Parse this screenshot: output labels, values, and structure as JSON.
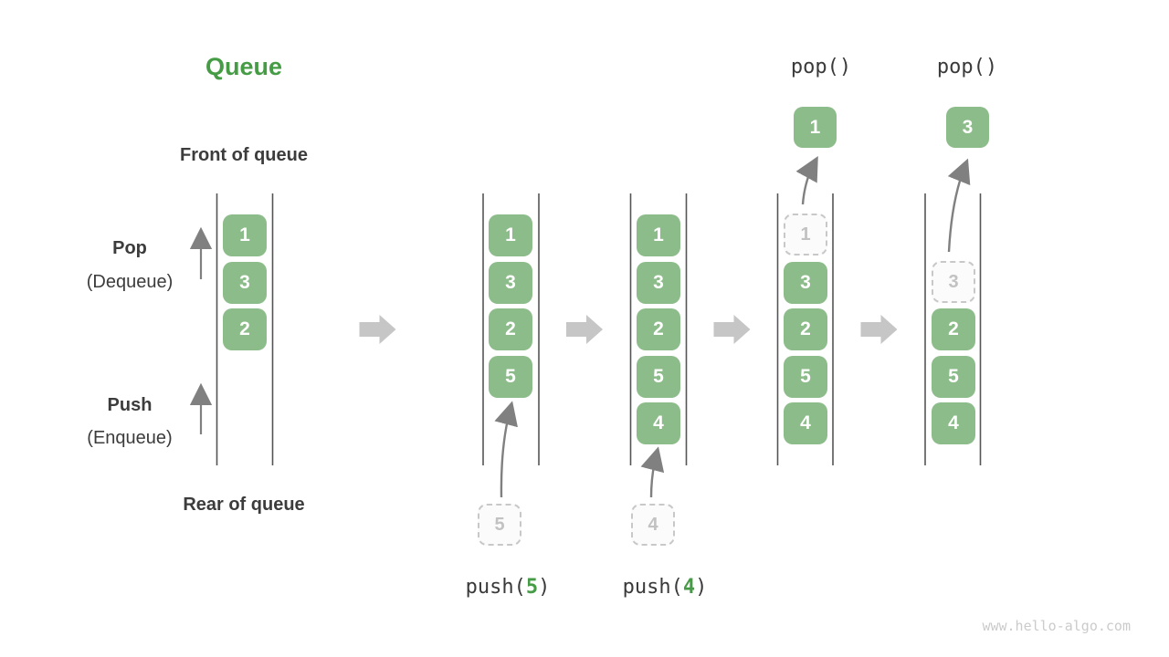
{
  "page": {
    "title": "Queue",
    "watermark": "www.hello-algo.com"
  },
  "labels": {
    "front_of_queue": "Front of queue",
    "rear_of_queue": "Rear of queue",
    "pop": "Pop",
    "pop_alias": "(Dequeue)",
    "push": "Push",
    "push_alias": "(Enqueue)"
  },
  "operations": {
    "pop_1": "pop()",
    "pop_2": "pop()",
    "push_1": {
      "prefix": "push(",
      "arg": "5",
      "suffix": ")"
    },
    "push_2": {
      "prefix": "push(",
      "arg": "4",
      "suffix": ")"
    }
  },
  "queues": {
    "q1": {
      "cells": [
        "1",
        "3",
        "2"
      ]
    },
    "q2": {
      "cells": [
        "1",
        "3",
        "2",
        "5"
      ],
      "incoming": "5"
    },
    "q3": {
      "cells": [
        "1",
        "3",
        "2",
        "5",
        "4"
      ],
      "incoming": "4"
    },
    "q4": {
      "ghost": "1",
      "cells": [
        "3",
        "2",
        "5",
        "4"
      ],
      "popped": "1"
    },
    "q5": {
      "ghost": "3",
      "cells": [
        "2",
        "5",
        "4"
      ],
      "popped": "3"
    }
  },
  "colors": {
    "cell_green": "#8cbc89",
    "accent_green": "#459c45",
    "text_dark": "#3c3c3c",
    "channel_line": "#555555",
    "block_arrow": "#c6c6c6",
    "flow_arrow": "#808080",
    "ghost_border": "#c8c8c8",
    "watermark": "#cbcbcb"
  }
}
